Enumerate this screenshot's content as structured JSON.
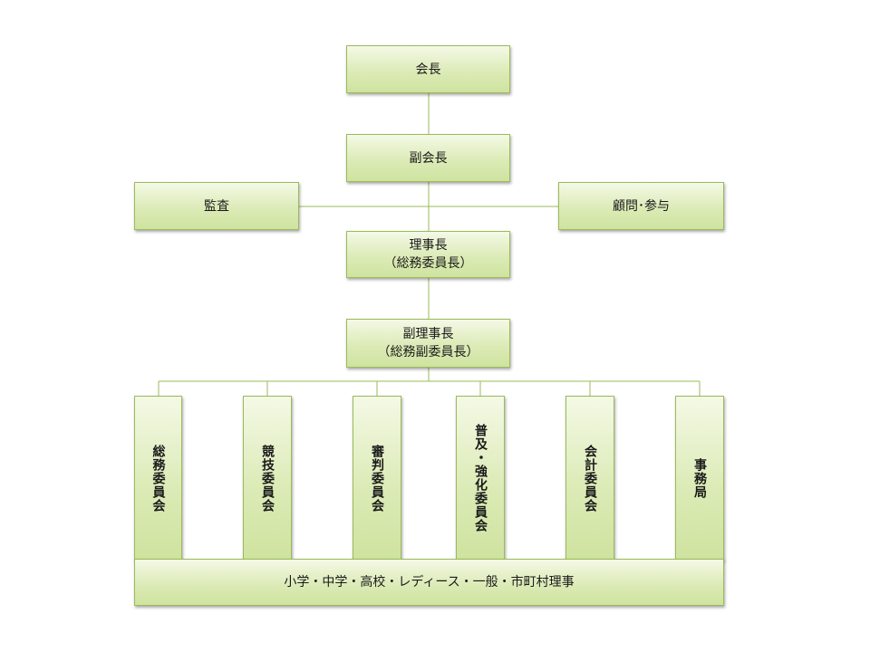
{
  "chart": {
    "president": "会長",
    "vice_president": "副会長",
    "auditor": "監査",
    "advisor": "顧問･参与",
    "chief_director": [
      "理事長",
      "（総務委員長）"
    ],
    "vice_chief_director": [
      "副理事長",
      "（総務副委員長）"
    ],
    "committees": [
      "総務委員会",
      "競技委員会",
      "審判委員会",
      "普及・強化委員会",
      "会計委員会",
      "事務局"
    ],
    "bottom_bar": "小学・中学・高校・レディース・一般・市町村理事"
  },
  "colors": {
    "box_border": "#9bbb59",
    "box_fill_top": "#f4f9e6",
    "box_fill_bottom": "#cfe39f",
    "connector": "#9bbb59"
  }
}
